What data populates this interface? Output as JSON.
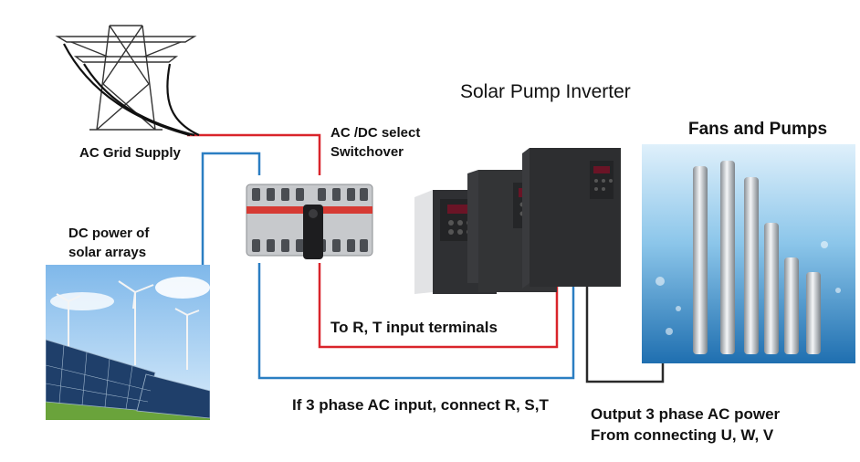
{
  "labels": {
    "title": "Solar Pump Inverter",
    "grid_supply": "AC Grid Supply",
    "dc_power_line1": "DC power of",
    "dc_power_line2": "solar  arrays",
    "switch_line1": "AC /DC select",
    "switch_line2": "Switchover",
    "fans_pumps": "Fans and Pumps",
    "rt_terminals": "To R,  T input terminals",
    "three_phase_input": "If 3 phase AC input, connect  R, S,T",
    "output_line1": "Output 3 phase AC power",
    "output_line2": "From connecting U, W, V"
  },
  "colors": {
    "red_wire": "#d9242b",
    "blue_wire": "#2b7ec2",
    "black_wire": "#2a2a2a"
  },
  "icons": [
    "transmission-tower-icon",
    "solar-panel-array-image",
    "ac-dc-switch-image",
    "solar-pump-inverter-image",
    "submersible-pumps-image"
  ]
}
